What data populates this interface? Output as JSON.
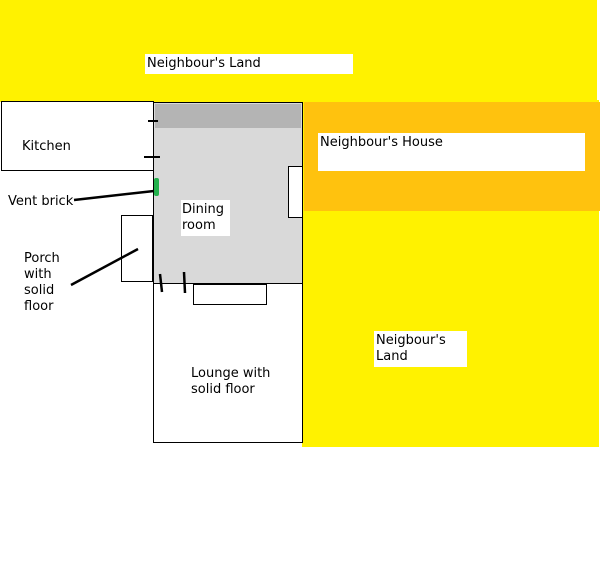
{
  "labels": {
    "neighbours_land_top": "Neighbour's Land",
    "kitchen": "Kitchen",
    "neighbours_house": "Neighbour's House",
    "vent_brick": "Vent brick",
    "dining_room": "Dining\nroom",
    "porch": "Porch\nwith\nsolid\nfloor",
    "neighbours_land_right": "Neigbour's\nLand",
    "lounge": "Lounge with\nsolid floor"
  },
  "colors": {
    "land": "#fff200",
    "house": "#ffc20e",
    "dining_floor": "#d9d9d9",
    "dining_strip": "#b4b4b4",
    "vent": "#22b14c",
    "outline": "#000000",
    "background": "#ffffff"
  }
}
